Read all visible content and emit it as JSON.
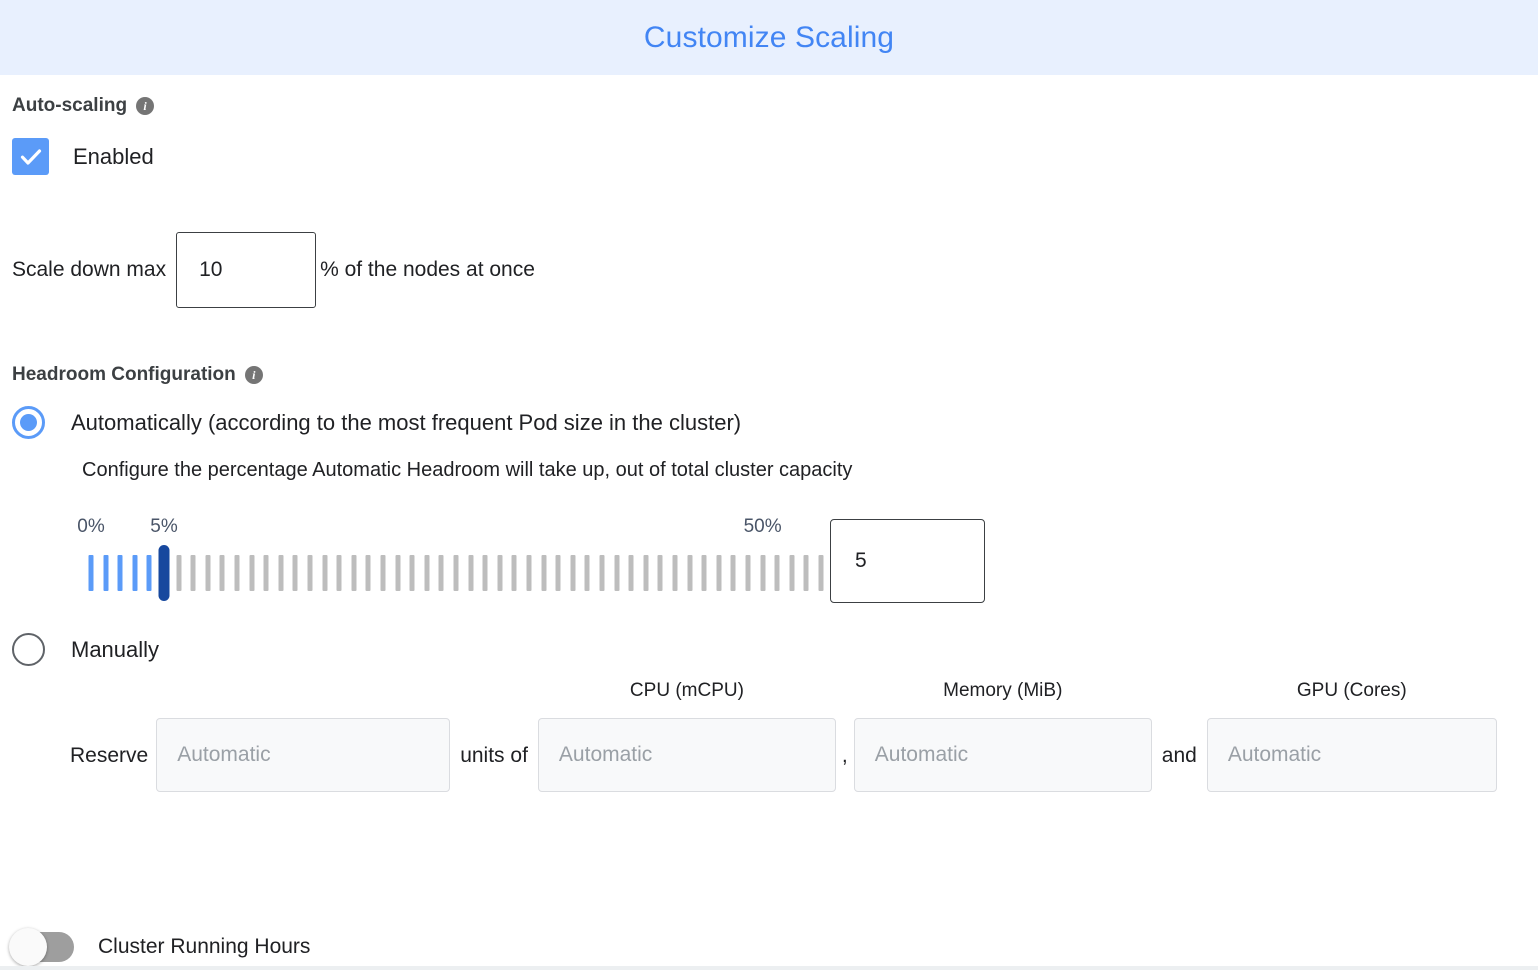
{
  "header": {
    "title": "Customize Scaling",
    "title_color": "#4285f4",
    "background_color": "#e8f0fe"
  },
  "autoscaling": {
    "section_label": "Auto-scaling",
    "info_icon": "info-icon",
    "info_glyph": "i",
    "enabled_label": "Enabled",
    "enabled_checked": true,
    "checkbox_color": "#5b9bf8",
    "scale_down": {
      "prefix_label": "Scale down max",
      "value": "10",
      "suffix_label": "% of the nodes at once"
    }
  },
  "headroom": {
    "section_label": "Headroom Configuration",
    "info_glyph": "i",
    "automatic": {
      "label": "Automatically (according to the most frequent Pod size in the cluster)",
      "selected": true,
      "description": "Configure the percentage Automatic Headroom will take up, out of total cluster capacity",
      "slider": {
        "min_label": "0%",
        "current_label": "5%",
        "max_label": "50%",
        "min": 0,
        "max": 50,
        "value": 5,
        "ticks": 51,
        "filled_color": "#5b9bf8",
        "empty_color": "#bdbdbd",
        "thumb_color": "#17489e",
        "value_box": "5"
      }
    },
    "manual": {
      "label": "Manually",
      "selected": false,
      "reserve_word": "Reserve",
      "units_word": "units of",
      "comma": ",",
      "and_word": "and",
      "fields": [
        {
          "name": "units",
          "label": "",
          "placeholder": "Automatic",
          "value": ""
        },
        {
          "name": "cpu",
          "label": "CPU (mCPU)",
          "placeholder": "Automatic",
          "value": ""
        },
        {
          "name": "memory",
          "label": "Memory (MiB)",
          "placeholder": "Automatic",
          "value": ""
        },
        {
          "name": "gpu",
          "label": "GPU (Cores)",
          "placeholder": "Automatic",
          "value": ""
        }
      ]
    }
  },
  "cluster_running_hours": {
    "label": "Cluster Running Hours",
    "enabled": false,
    "off_color": "#9e9e9e"
  }
}
